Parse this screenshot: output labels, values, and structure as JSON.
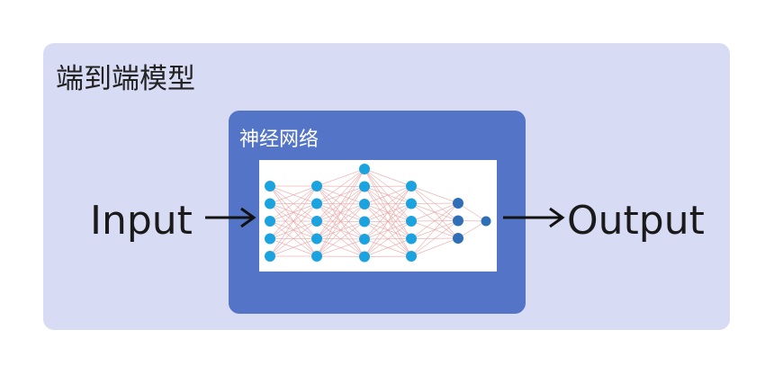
{
  "outer_box": {
    "title": "端到端模型",
    "color": "#d8dbf4"
  },
  "inner_box": {
    "title": "神经网络",
    "color": "#5475c7"
  },
  "input_label": "Input",
  "output_label": "Output",
  "network": {
    "layers": [
      5,
      5,
      6,
      5,
      3,
      1
    ],
    "node_colors": [
      "#1ba3e0",
      "#1ba3e0",
      "#1ba3e0",
      "#1ba3e0",
      "#2f6fb8",
      "#2f6fb8"
    ],
    "edge_color": "#e9a3a3"
  }
}
